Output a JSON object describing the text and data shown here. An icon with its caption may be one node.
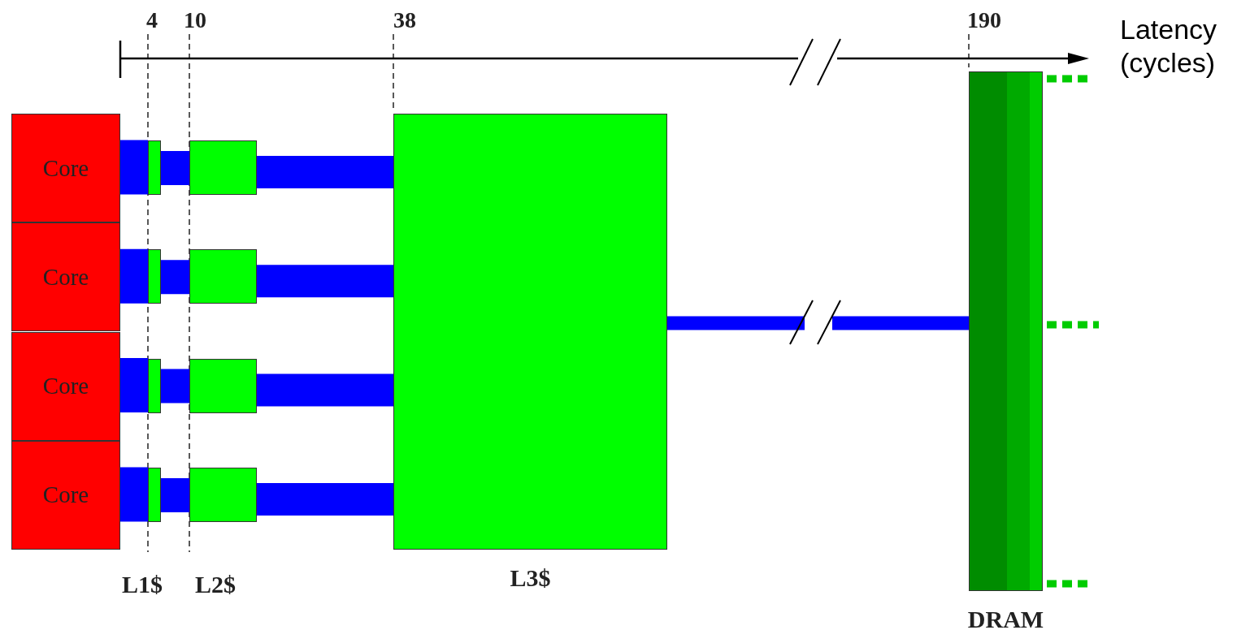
{
  "diagram": {
    "nodes": [
      {
        "text": [
          "Core"
        ]
      },
      {
        "text": [
          "Core"
        ]
      },
      {
        "text": [
          "Core"
        ]
      },
      {
        "text": [
          "Core"
        ]
      },
      {
        "text": [],
        "shape": "box"
      },
      {
        "text": [],
        "shape": "box"
      },
      {
        "text": [],
        "shape": "box"
      },
      {
        "text": [],
        "shape": "box"
      },
      {
        "text": [],
        "shape": "box"
      },
      {
        "text": [],
        "shape": "box"
      },
      {
        "text": [],
        "shape": "box"
      },
      {
        "text": [],
        "shape": "box"
      },
      {
        "text": [
          "L3$"
        ]
      },
      {
        "text": [
          "DRAM"
        ]
      }
    ],
    "edges": [
      {
        "from": 0,
        "to": 4,
        "arrow": "none"
      },
      {
        "from": 4,
        "to": 8,
        "arrow": "none"
      },
      {
        "from": 8,
        "to": 12,
        "arrow": "none"
      },
      {
        "from": 1,
        "to": 5,
        "arrow": "none"
      },
      {
        "from": 5,
        "to": 9,
        "arrow": "none"
      },
      {
        "from": 9,
        "to": 12,
        "arrow": "none"
      },
      {
        "from": 2,
        "to": 6,
        "arrow": "none"
      },
      {
        "from": 6,
        "to": 10,
        "arrow": "none"
      },
      {
        "from": 10,
        "to": 12,
        "arrow": "none"
      },
      {
        "from": 3,
        "to": 7,
        "arrow": "none"
      },
      {
        "from": 7,
        "to": 11,
        "arrow": "none"
      },
      {
        "from": 11,
        "to": 12,
        "arrow": "none"
      },
      {
        "from": 12,
        "to": 13,
        "arrow": "none"
      },
      {
        "from": 13,
        "to": null,
        "arrow": "none",
        "style": "dashed",
        "color": "#00cc00"
      },
      {
        "from": 13,
        "to": null,
        "arrow": "none",
        "style": "dashed",
        "color": "#00cc00"
      },
      {
        "from": 13,
        "to": null,
        "arrow": "none",
        "style": "dashed",
        "color": "#00cc00"
      }
    ],
    "labels": [
      "4",
      "10",
      "38",
      "190",
      "Latency (cycles)",
      "L1$",
      "L2$"
    ]
  }
}
